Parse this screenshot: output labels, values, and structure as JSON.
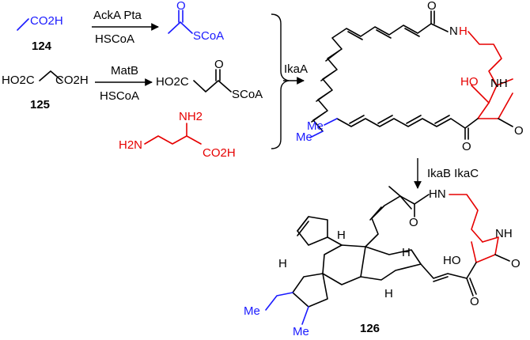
{
  "colors": {
    "blue": "#1a1aff",
    "red": "#e60000",
    "black": "#000000"
  },
  "acetate": {
    "formula": "CO2H",
    "number": "124"
  },
  "step1": {
    "enzymes": "AckA Pta",
    "cofactor": "HSCoA"
  },
  "acetyl_coa": {
    "o_label": "O",
    "s_label": "SCoA"
  },
  "malonate": {
    "left": "HO2C",
    "right": "CO2H",
    "number": "125"
  },
  "step2": {
    "enzymes": "MatB",
    "cofactor": "HSCoA"
  },
  "malonyl_coa": {
    "left": "HO2C",
    "o_label": "O",
    "s_label": "SCoA"
  },
  "ornithine": {
    "nh2_side": "H2N",
    "nh2_alpha": "NH2",
    "acid": "CO2H"
  },
  "step3": {
    "enzyme": "IkaA"
  },
  "intermediate": {
    "o_amide": "O",
    "nh_amide": "N",
    "h_amide": "H",
    "ho": "HO",
    "nh_ring": "NH",
    "o_ring": "O",
    "o_ketone": "O",
    "me_top": "Me",
    "me_bottom": "Me"
  },
  "step4": {
    "enzymes": "IkaB IkaC"
  },
  "product": {
    "hn": "HN",
    "o_amide": "O",
    "nh": "NH",
    "ho": "HO",
    "o_ring": "O",
    "o_ketone": "O",
    "h1": "H",
    "h2": "H",
    "h3": "H",
    "h4": "H",
    "me_ethyl": "Me",
    "me_bottom": "Me",
    "number": "126"
  }
}
